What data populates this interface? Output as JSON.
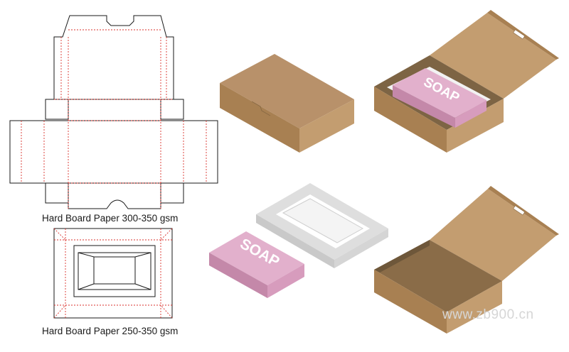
{
  "labels": {
    "dieline_1": "Hard Board Paper 300-350 gsm",
    "dieline_2": "Hard Board Paper 250-350 gsm",
    "soap_text_1": "SOAP",
    "soap_text_2": "SOAP",
    "watermark": "www.zb900.cn"
  },
  "colors": {
    "cut_line": "#1a1a1a",
    "fold_line": "#d9302b",
    "kraft_top": "#b8916a",
    "kraft_front": "#a88052",
    "kraft_side": "#c39d70",
    "kraft_inside": "#7d6444",
    "soap_pink": "#d79cbd",
    "tray_white": "#e8e8e8"
  }
}
